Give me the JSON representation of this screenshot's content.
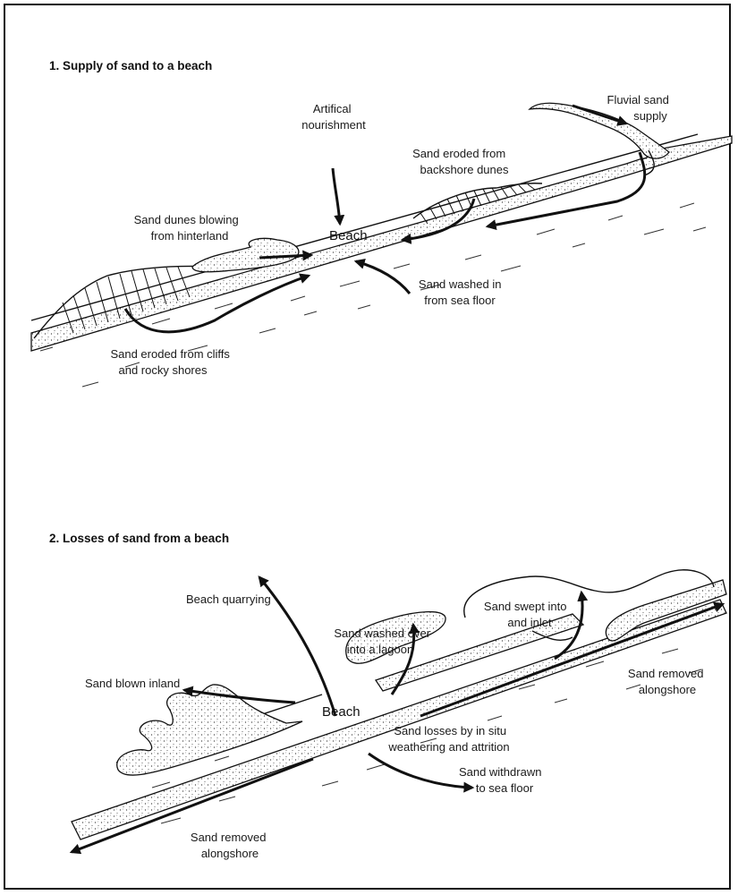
{
  "panel1": {
    "heading": "1. Supply of sand to a beach",
    "beach_label": "Beach",
    "labels": {
      "artificial": [
        "Artifical",
        "nourishment"
      ],
      "fluvial": [
        "Fluvial sand",
        "supply"
      ],
      "backshore": [
        "Sand eroded from",
        "backshore dunes"
      ],
      "hinterland": [
        "Sand dunes blowing",
        "from hinterland"
      ],
      "seafloor": [
        "Sand washed in",
        "from sea floor"
      ],
      "cliffs": [
        "Sand eroded from cliffs",
        "and rocky shores"
      ]
    }
  },
  "panel2": {
    "heading": "2. Losses of sand from a beach",
    "beach_label": "Beach",
    "labels": {
      "quarrying": [
        "Beach quarrying"
      ],
      "lagoon": [
        "Sand washed over",
        "into a lagoon"
      ],
      "inlet": [
        "Sand swept into",
        "and inlet"
      ],
      "alongshore_right": [
        "Sand removed",
        "alongshore"
      ],
      "blown": [
        "Sand blown inland"
      ],
      "insitu": [
        "Sand losses by in situ",
        "weathering and attrition"
      ],
      "withdrawn": [
        "Sand withdrawn",
        "to sea floor"
      ],
      "alongshore_left": [
        "Sand removed",
        "alongshore"
      ]
    }
  }
}
